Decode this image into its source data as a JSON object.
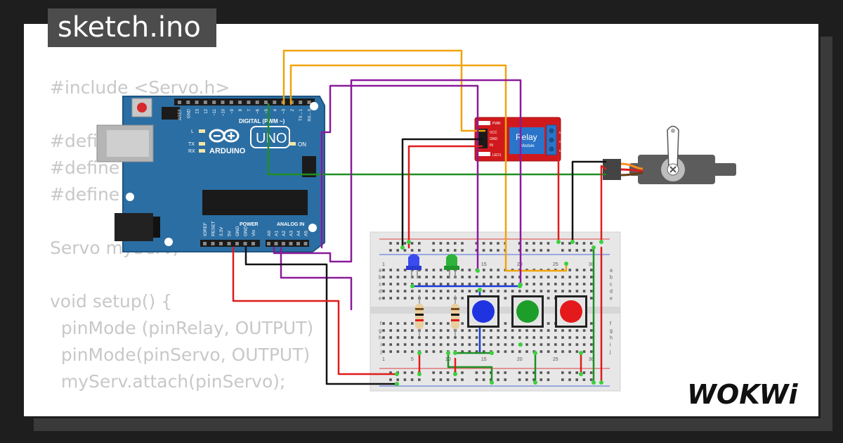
{
  "tab": {
    "filename": "sketch.ino"
  },
  "code_lines": [
    "#include <Servo.h>",
    "",
    "#define",
    "#define",
    "#define",
    "",
    "Servo myServ;",
    "",
    "void setup() {",
    "  pinMode (pinRelay, OUTPUT)",
    "  pinMode(pinServo, OUTPUT)",
    "  myServ.attach(pinServo);"
  ],
  "arduino": {
    "brand": "ARDUINO",
    "model": "UNO",
    "digital_label": "DIGITAL (PWM ~)",
    "power_label": "POWER",
    "analog_label": "ANALOG IN",
    "on_label": "ON",
    "tx_label": "TX",
    "rx_label": "RX",
    "l_label": "L",
    "digital_pins": [
      "AREF",
      "GND",
      "13",
      "12",
      "~11",
      "~10",
      "~9",
      "8",
      "7",
      "~6",
      "~5",
      "4",
      "~3",
      "2",
      "TX→1",
      "RX←0"
    ],
    "power_pins": [
      "IOREF",
      "RESET",
      "3.3V",
      "5V",
      "GND",
      "GND",
      "Vin"
    ],
    "analog_pins": [
      "A0",
      "A1",
      "A2",
      "A3",
      "A4",
      "A5"
    ]
  },
  "relay": {
    "title": "Relay",
    "subtitle": "Module",
    "pins": [
      "VCC",
      "GND",
      "IN"
    ],
    "outputs": [
      "NO",
      "COM",
      "NC"
    ],
    "leds": [
      "PWR",
      "LED1"
    ]
  },
  "breadboard": {
    "col_labels": [
      "1",
      "5",
      "10",
      "15",
      "20",
      "25",
      "30"
    ],
    "row_labels_top": [
      "a",
      "b",
      "c",
      "d",
      "e"
    ],
    "row_labels_bottom": [
      "f",
      "g",
      "h",
      "i",
      "j"
    ]
  },
  "colors": {
    "wire_orange": "#f0a30a",
    "wire_purple": "#8b1a9b",
    "wire_green": "#1f8f24",
    "wire_black": "#111111",
    "wire_red": "#e01b1b",
    "wire_blue": "#1c3cd6",
    "arduino_blue": "#2b6ea3",
    "relay_red": "#d0191c",
    "relay_blue": "#2a74c9",
    "button_blue": "#1f34e0",
    "button_green": "#1d9e2a",
    "button_red": "#e3191c"
  },
  "brand": {
    "logo": "WOKWi"
  }
}
